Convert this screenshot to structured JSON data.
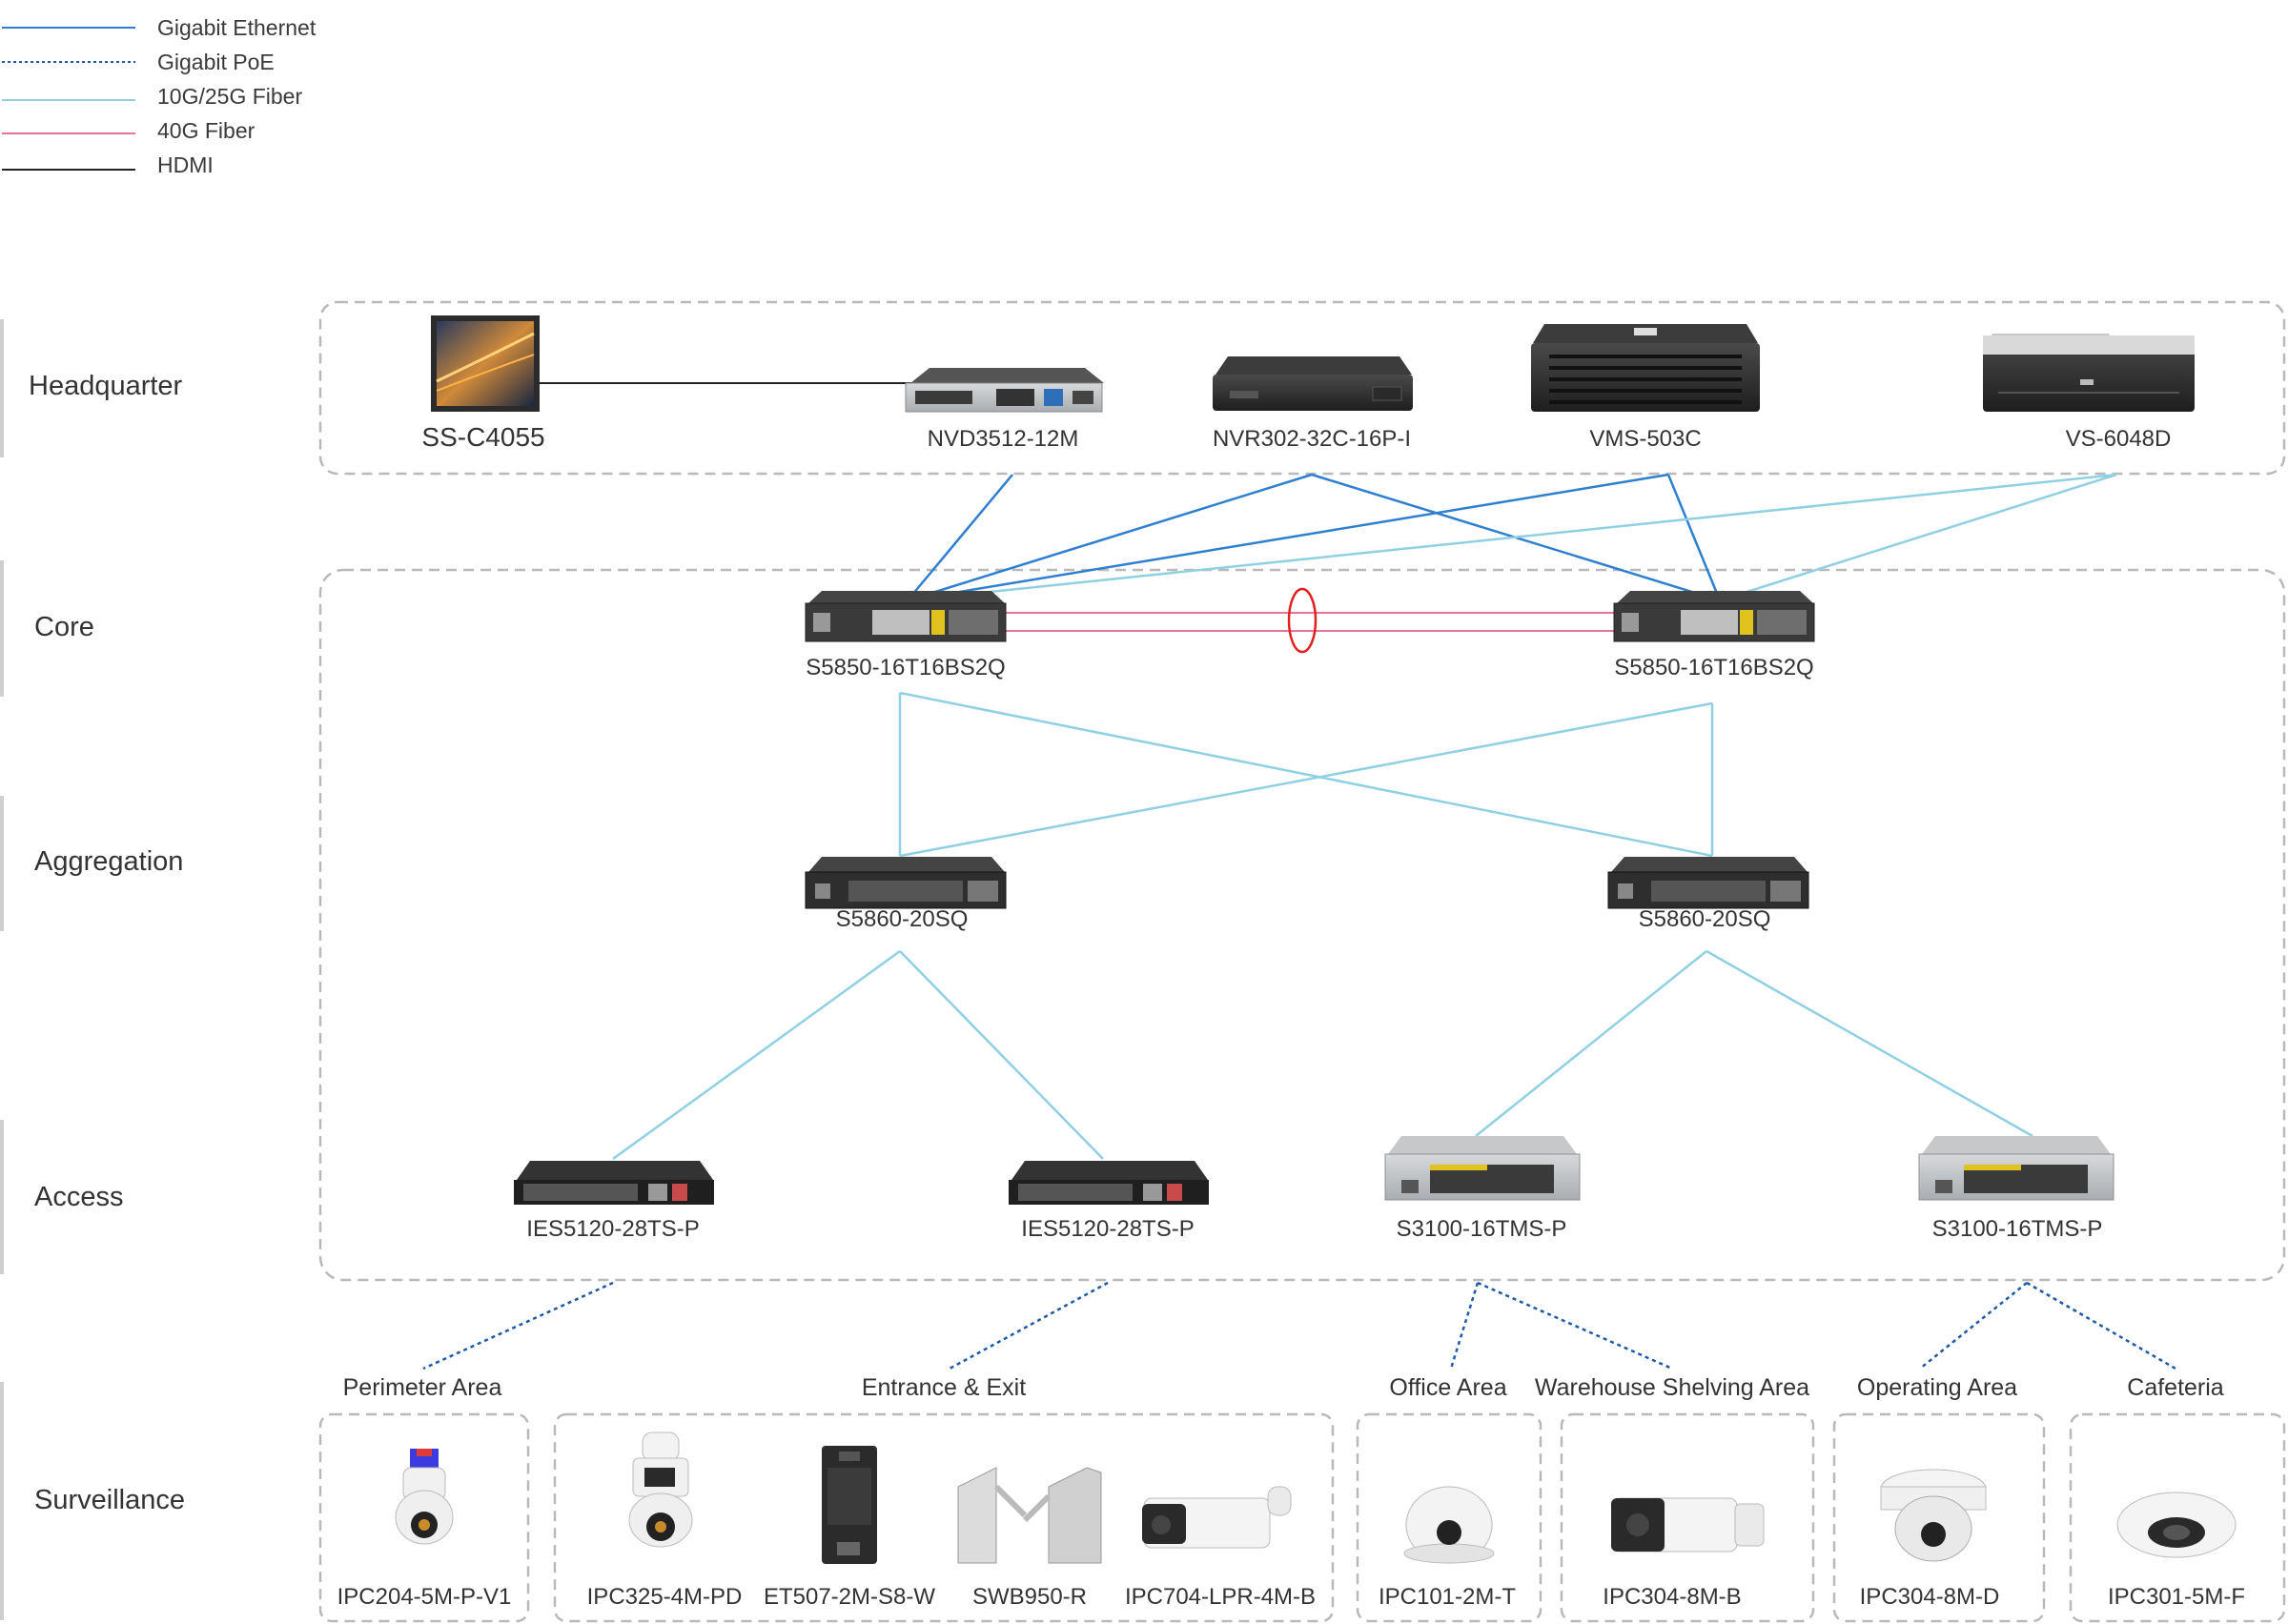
{
  "legend": [
    {
      "label": "Gigabit Ethernet",
      "color": "#2f7fd1",
      "style": "solid"
    },
    {
      "label": "Gigabit PoE",
      "color": "#1c5aa8",
      "style": "dotted"
    },
    {
      "label": "10G/25G Fiber",
      "color": "#8fd0e3",
      "style": "solid"
    },
    {
      "label": "40G Fiber",
      "color": "#e8739d",
      "style": "solid"
    },
    {
      "label": "HDMI",
      "color": "#222222",
      "style": "solid"
    }
  ],
  "tiers": {
    "headquarter": "Headquarter",
    "core": "Core",
    "aggregation": "Aggregation",
    "access": "Access",
    "surveillance": "Surveillance"
  },
  "devices": {
    "ss_c4055": "SS-C4055",
    "nvd3512": "NVD3512-12M",
    "nvr302": "NVR302-32C-16P-I",
    "vms503c": "VMS-503C",
    "vs6048d": "VS-6048D",
    "core_left": "S5850-16T16BS2Q",
    "core_right": "S5850-16T16BS2Q",
    "agg_left": "S5860-20SQ",
    "agg_right": "S5860-20SQ",
    "acc_1": "IES5120-28TS-P",
    "acc_2": "IES5120-28TS-P",
    "acc_3": "S3100-16TMS-P",
    "acc_4": "S3100-16TMS-P"
  },
  "areas": {
    "perimeter": "Perimeter Area",
    "entrance": "Entrance & Exit",
    "office": "Office Area",
    "warehouse": "Warehouse Shelving Area",
    "operating": "Operating Area",
    "cafeteria": "Cafeteria"
  },
  "cameras": {
    "c1": "IPC204-5M-P-V1",
    "c2": "IPC325-4M-PD",
    "c3": "ET507-2M-S8-W",
    "c4": "SWB950-R",
    "c5": "IPC704-LPR-4M-B",
    "c6": "IPC101-2M-T",
    "c7": "IPC304-8M-B",
    "c8": "IPC304-8M-D",
    "c9": "IPC301-5M-F"
  }
}
